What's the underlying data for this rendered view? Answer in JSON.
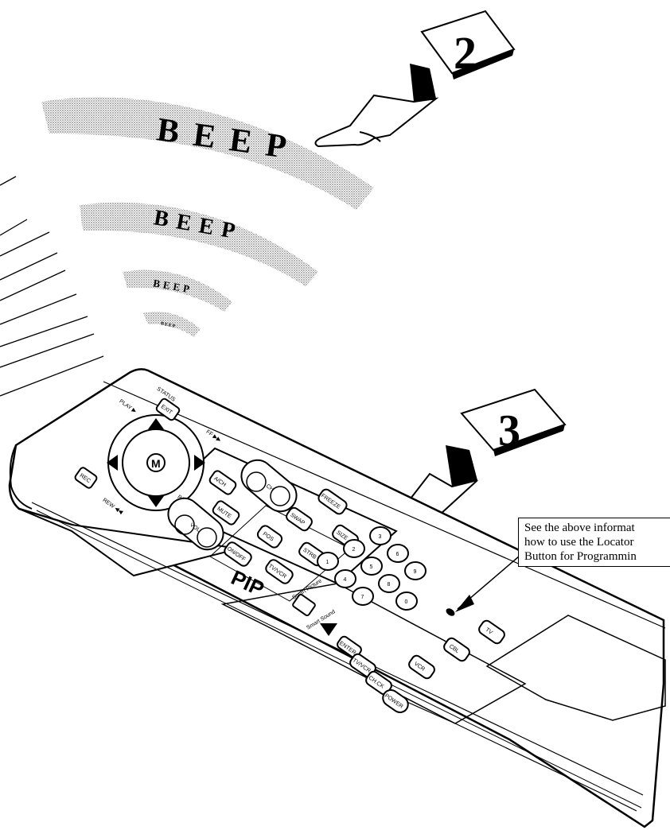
{
  "steps": {
    "step2": "2",
    "step3": "3"
  },
  "beeps": [
    "BEEP",
    "BEEP",
    "BEEP",
    "BEEP"
  ],
  "remote": {
    "pip_label": "PIP",
    "buttons": {
      "rec": "REC",
      "play": "PLAY ▶",
      "status": "STATUS",
      "exit": "EXIT",
      "pause": "PAUSE ||",
      "rew": "REW ◀◀",
      "ff": "FF ▶▶",
      "menu": "M",
      "ok": "A/CH",
      "ch": "CH",
      "vol": "VOL",
      "mute": "MUTE",
      "freeze": "FREEZE",
      "swap": "SWAP",
      "pos": "POS",
      "on_off": "ON/OFF",
      "size": "SIZE",
      "strb": "STRB",
      "tv_vcr_pip": "TV/VCR",
      "enter": "ENTER",
      "tv_vcr": "TV/VCR",
      "chk": "CH.CK",
      "power": "POWER",
      "vcr": "VCR",
      "cbl": "CBL",
      "tv": "TV",
      "smart_picture": "Smart Picture",
      "smart_sound": "Smart Sound"
    },
    "digits": [
      "1",
      "2",
      "3",
      "4",
      "5",
      "6",
      "7",
      "8",
      "9",
      "0"
    ]
  },
  "callout": {
    "line1": "See the above informat",
    "line2": "how to use the Locator",
    "line3": "Button for Programmin"
  }
}
